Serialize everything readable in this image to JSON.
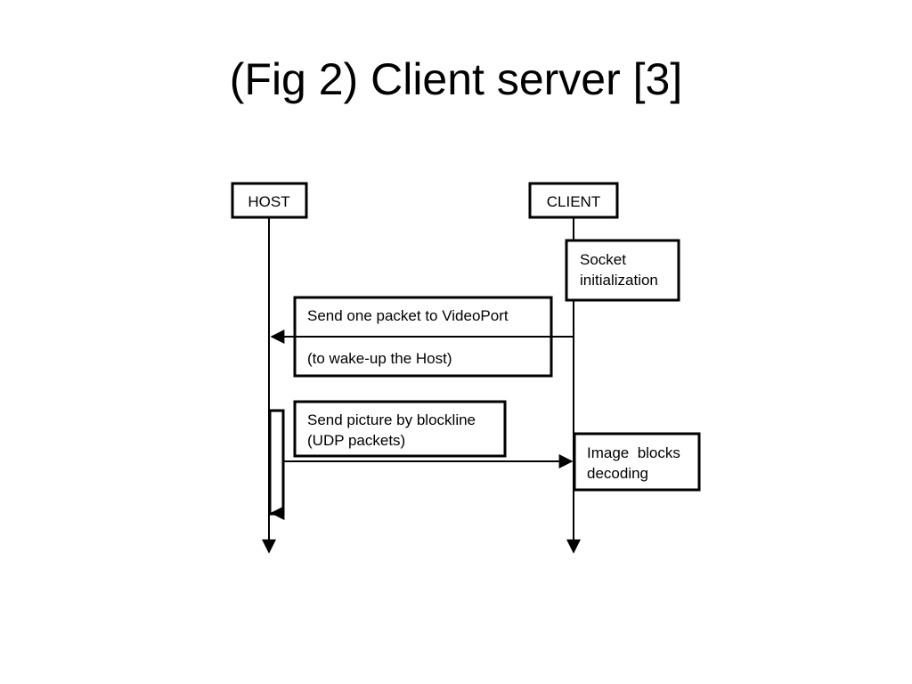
{
  "slide": {
    "title": "(Fig 2) Client server [3]"
  },
  "diagram": {
    "actors": {
      "host": "HOST",
      "client": "CLIENT"
    },
    "socket_init": {
      "line1": "Socket",
      "line2": "initialization"
    },
    "wake_msg": {
      "line1": "Send one packet to VideoPort",
      "line2": "(to wake-up the Host)"
    },
    "picture_msg": {
      "line1": "Send picture by blockline",
      "line2": "(UDP packets)"
    },
    "decode": {
      "line1": "Image  blocks",
      "line2": "decoding"
    }
  }
}
